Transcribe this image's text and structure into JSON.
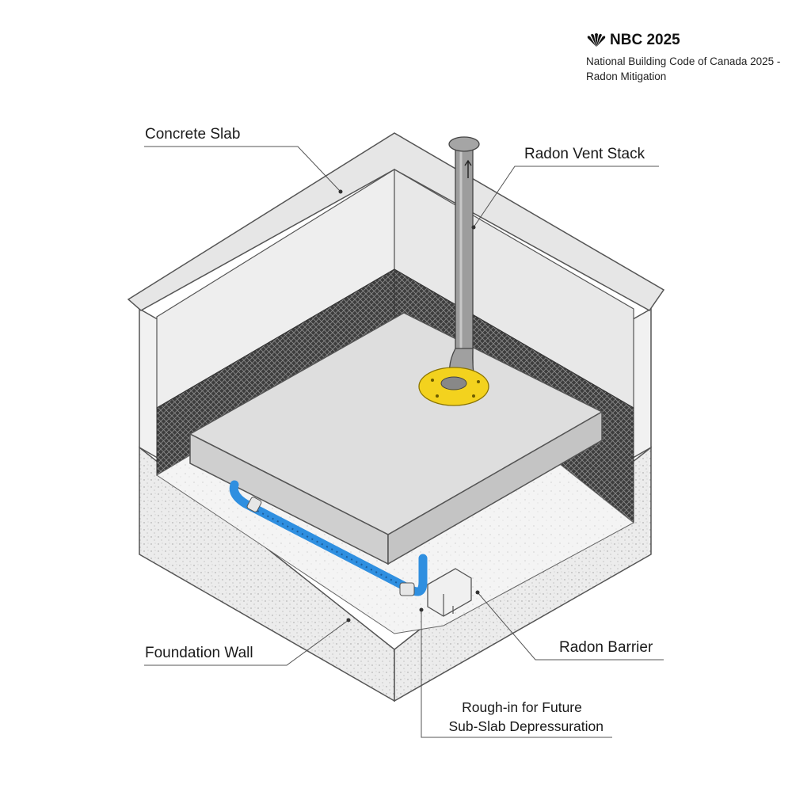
{
  "brand": {
    "title": "NBC 2025",
    "subtitle_line1": "National Building Code of Canada 2025 -",
    "subtitle_line2": "Radon Mitigation",
    "logo_icon": "peacock-logo-icon"
  },
  "labels": {
    "concrete_slab": "Concrete Slab",
    "radon_vent_stack": "Radon Vent Stack",
    "foundation_wall": "Foundation Wall",
    "radon_barrier": "Radon Barrier",
    "rough_in_line1": "Rough-in for Future",
    "rough_in_line2": "Sub-Slab Depressuration"
  },
  "colors": {
    "wall_top": "#e3e3e3",
    "wall_face": "#eeeeee",
    "slab_top": "#dcdcdc",
    "slab_edge": "#cfcfcf",
    "gravel": "#f1f1f1",
    "membrane": "#3a3a3a",
    "pipe_blue": "#2f8fe0",
    "vent_grey": "#9a9a9a",
    "flange_yellow": "#f3d21e",
    "line": "#555555"
  }
}
